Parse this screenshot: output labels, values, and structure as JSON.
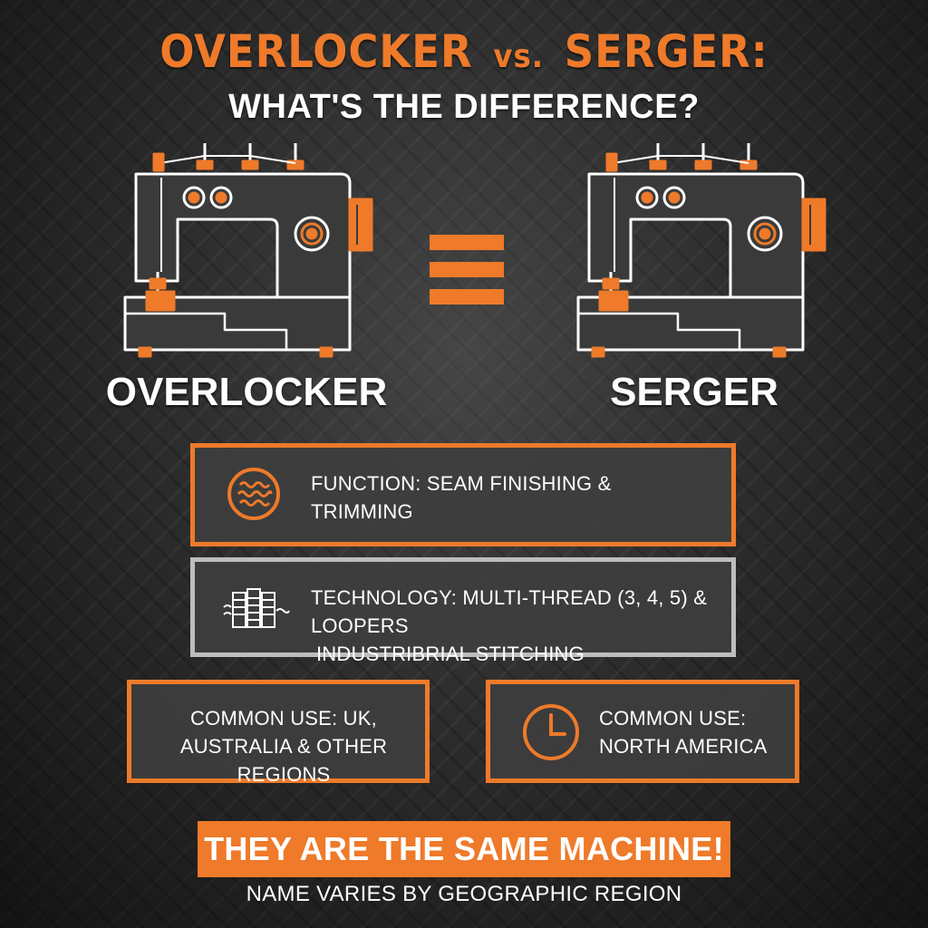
{
  "header": {
    "title_left": "OVERLOCKER",
    "title_vs": "vs.",
    "title_right": "SERGER:",
    "subtitle": "WHAT'S THE DIFFERENCE?"
  },
  "machines": {
    "left_label": "OVERLOCKER",
    "right_label": "SERGER",
    "equals_icon": "equals-sign-icon"
  },
  "boxes": {
    "function": {
      "icon": "wavy-thread-icon",
      "line1": "FUNCTION: SEAM FINISHING &",
      "line2": "TRIMMING"
    },
    "technology": {
      "icon": "thread-spools-icon",
      "line1": "TECHNOLOGY: MULTI-THREAD (3, 4, 5) & LOOPERS",
      "line2": "INDUSTRIBRIAL STITCHING"
    },
    "uk": {
      "line1": "COMMON USE: UK,",
      "line2": "AUSTRALIA & OTHER REGIONS"
    },
    "na": {
      "icon": "clock-icon",
      "line1": "COMMON USE:",
      "line2": "NORTH AMERICA"
    }
  },
  "footer": {
    "banner": "THEY ARE THE SAME MACHINE!",
    "note": "NAME VARIES BY GEOGRAPHIC REGION"
  },
  "colors": {
    "accent": "#ee7a2a",
    "text": "#ffffff",
    "box_fill": "#3e3e3e",
    "gray_border": "#bdbdbd"
  }
}
